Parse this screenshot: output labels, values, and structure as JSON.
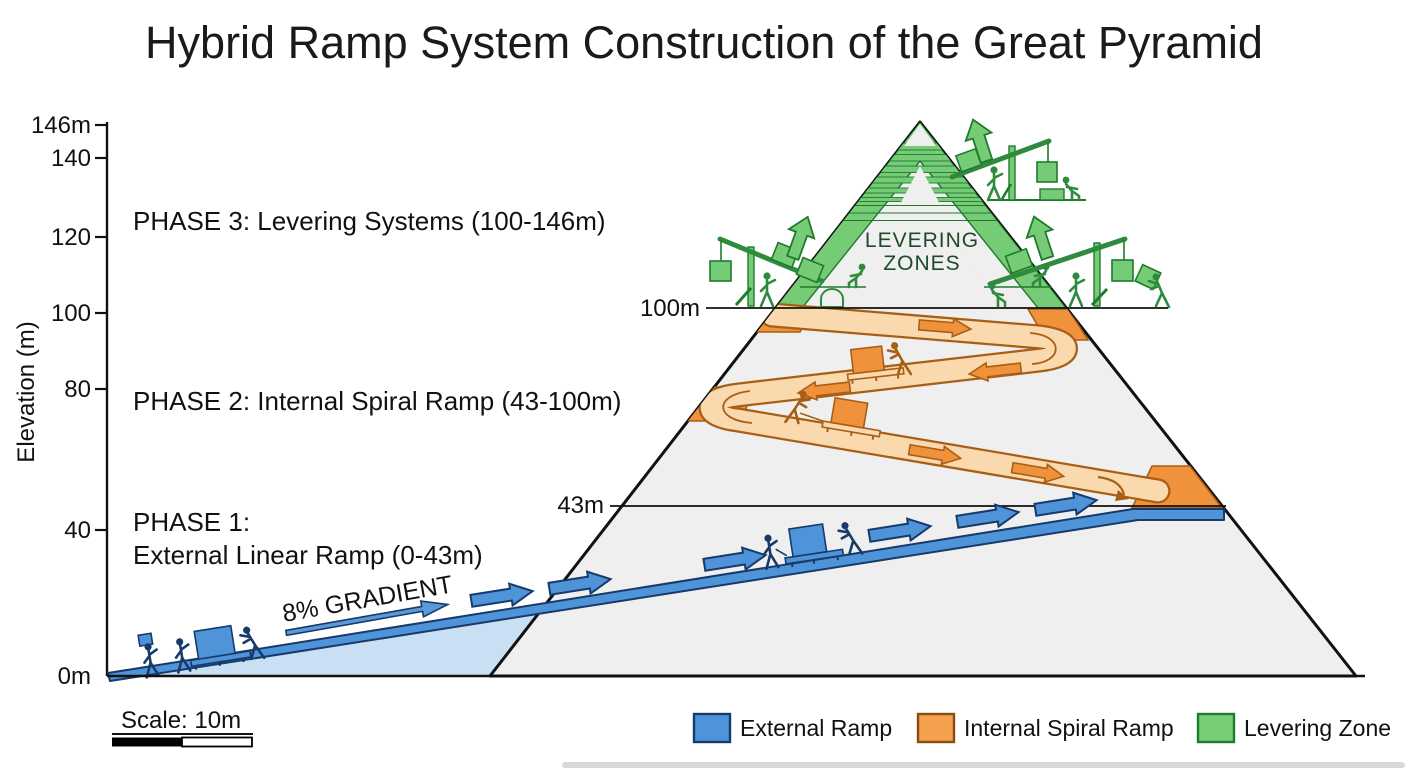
{
  "title": "Hybrid Ramp System Construction of the Great Pyramid",
  "y_axis": {
    "label": "Elevation (m)",
    "ticks": [
      "146m",
      "140",
      "120",
      "100",
      "80",
      "40",
      "0m"
    ]
  },
  "phases": {
    "phase3": "PHASE 3: Levering Systems (100-146m)",
    "phase2": "PHASE 2: Internal Spiral Ramp (43-100m)",
    "phase1_line1": "PHASE 1:",
    "phase1_line2": "External Linear Ramp (0-43m)"
  },
  "diagram": {
    "marker_100m": "100m",
    "marker_43m": "43m",
    "levering_line1": "LEVERING",
    "levering_line2": "ZONES",
    "gradient_label": "8% GRADIENT"
  },
  "scale_bar": {
    "label": "Scale: 10m"
  },
  "legend": {
    "items": [
      {
        "label": "External Ramp",
        "color": "#4F94D9",
        "border": "#1A3A6B"
      },
      {
        "label": "Internal Spiral Ramp",
        "color": "#F5A04C",
        "border": "#8A4A10"
      },
      {
        "label": "Levering Zone",
        "color": "#77CE77",
        "border": "#1F7A2E"
      }
    ]
  },
  "colors": {
    "external_ramp": "#4F94D9",
    "external_ramp_light": "#C9DFF4",
    "external_ramp_outline": "#173A6B",
    "internal_ramp": "#F0923B",
    "internal_ramp_light": "#FBD9AE",
    "internal_ramp_outline": "#A85F15",
    "levering_zone": "#76CC76",
    "levering_outline": "#1F7A2E",
    "levering_text": "#1E4A2C",
    "pyramid_fill": "#EFEFEF",
    "pyramid_outline": "#111111"
  }
}
